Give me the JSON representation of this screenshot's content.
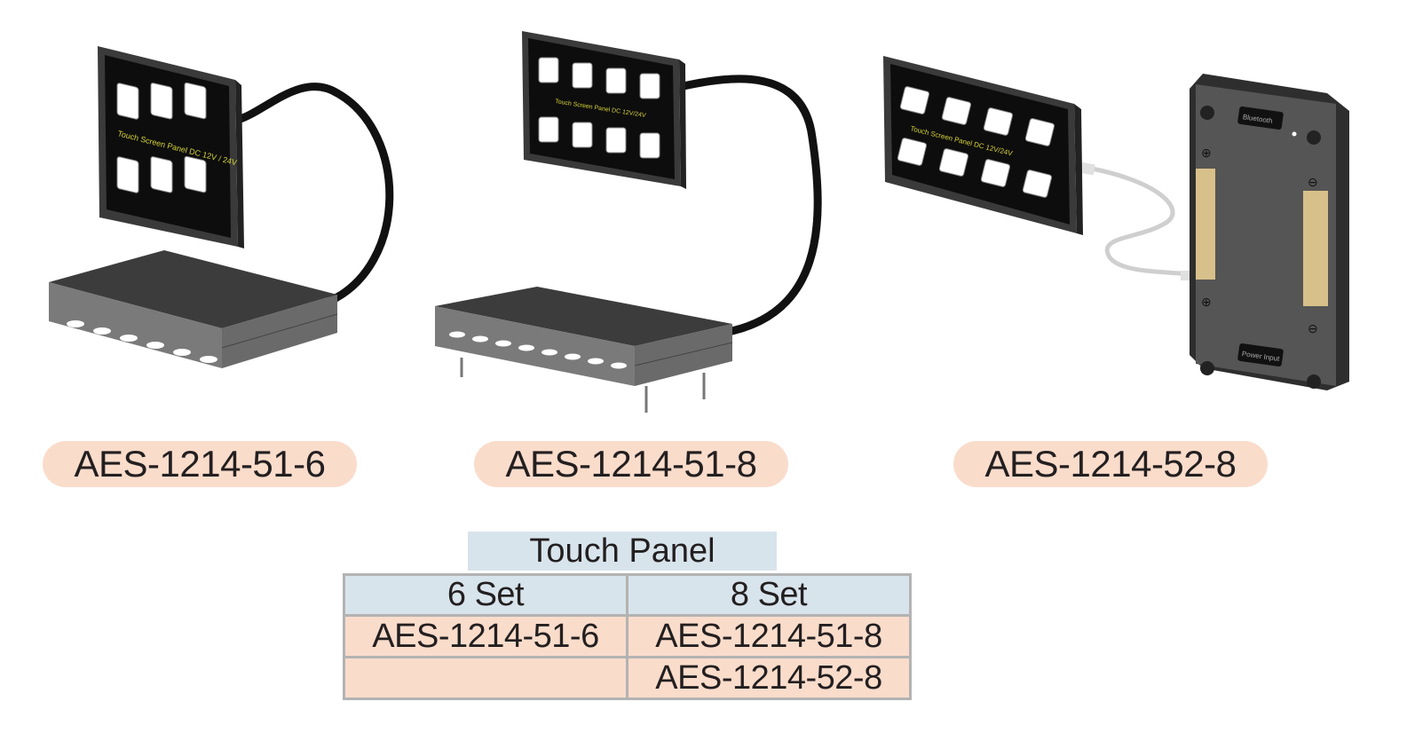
{
  "products": [
    {
      "model": "AES-1214-51-6",
      "panel_label": "Touch Screen Panel  DC 12V / 24V",
      "button_count": 6
    },
    {
      "model": "AES-1214-51-8",
      "panel_label": "Touch Screen Panel DC 12V/24V",
      "button_count": 8
    },
    {
      "model": "AES-1214-52-8",
      "panel_label": "Touch Screen Panel DC 12V/24V",
      "button_count": 8,
      "controller_labels": {
        "bluetooth": "Bluetooth",
        "power": "Power Input"
      }
    }
  ],
  "table": {
    "title": "Touch Panel",
    "headers": [
      "6 Set",
      "8 Set"
    ],
    "rows": [
      [
        "AES-1214-51-6",
        "AES-1214-51-8"
      ],
      [
        "",
        "AES-1214-52-8"
      ]
    ]
  },
  "colors": {
    "pill_bg": "#fadccb",
    "header_bg": "#d8e4ec",
    "panel_text": "#d6d23a"
  }
}
